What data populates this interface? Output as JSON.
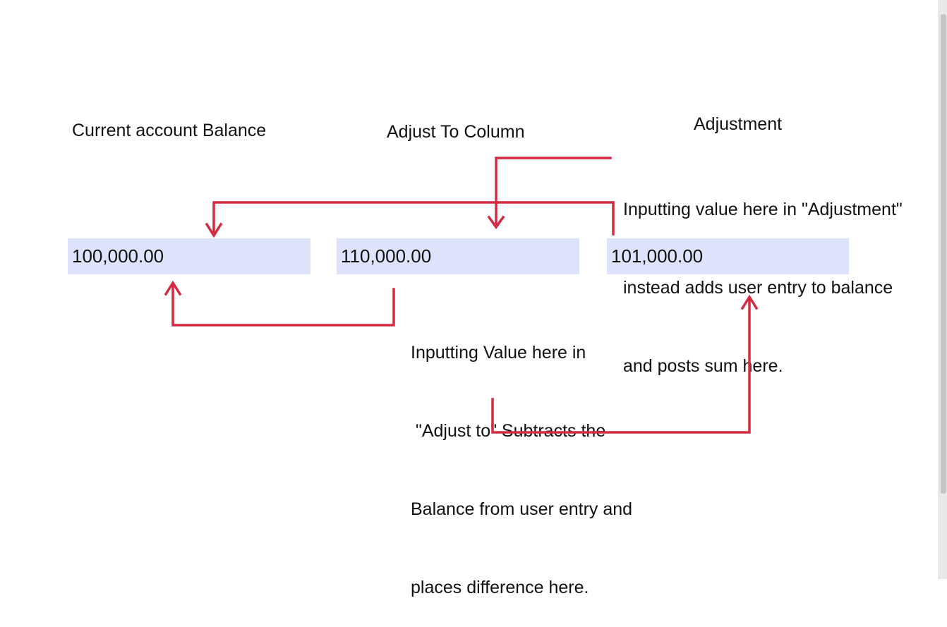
{
  "columns": {
    "current_balance": {
      "header": "Current account Balance",
      "value": "100,000.00"
    },
    "adjust_to": {
      "header": "Adjust To Column",
      "value": "110,000.00"
    },
    "adjustment": {
      "header": "Adjustment",
      "value": "101,000.00"
    }
  },
  "notes": {
    "adjustment_note": [
      "Inputting value here in \"Adjustment\"",
      "instead adds user entry to balance",
      "and posts sum here."
    ],
    "adjust_to_note": [
      "Inputting Value here in",
      " \"Adjust to\" Subtracts the",
      "Balance from user entry and",
      "places difference here."
    ]
  },
  "colors": {
    "arrow": "#d42a42",
    "field_background": "#dde3fb"
  }
}
